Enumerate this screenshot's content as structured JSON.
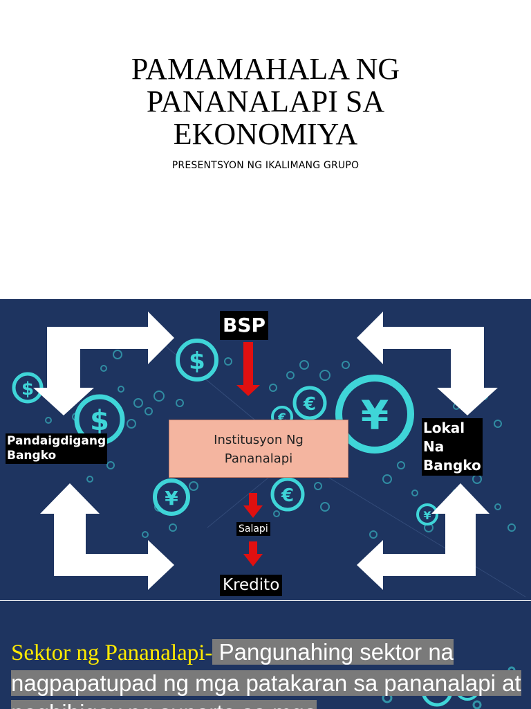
{
  "slide1": {
    "title": "PAMAMAHALA NG\nPANANALAPI SA\nEKONOMIYA",
    "subtitle": "PRESENTSYON NG IKALIMANG GRUPO"
  },
  "slide2": {
    "top_label": "BSP",
    "left_label": "Pandaigdigang\nBangko",
    "right_label": "Lokal\nNa\nBangko",
    "center_box": "Institusyon Ng\nPananalapi",
    "middle_label": "Salapi",
    "bottom_label": "Kredito",
    "coin_symbols": [
      "$",
      "€",
      "¥"
    ],
    "colors": {
      "background": "#1e3460",
      "coin": "#3fd5d8",
      "box": "#f4b5a0",
      "arrow": "#e01010"
    }
  },
  "slide3": {
    "term": "Sektor ng Pananalapi-",
    "definition": " Pangunahing sektor na nagpapatupad ng mga patakaran sa pananalapi at nagbibigay ng suporta sa mga",
    "colors": {
      "term": "#ffea00",
      "highlight": "#7a7a7a"
    }
  }
}
